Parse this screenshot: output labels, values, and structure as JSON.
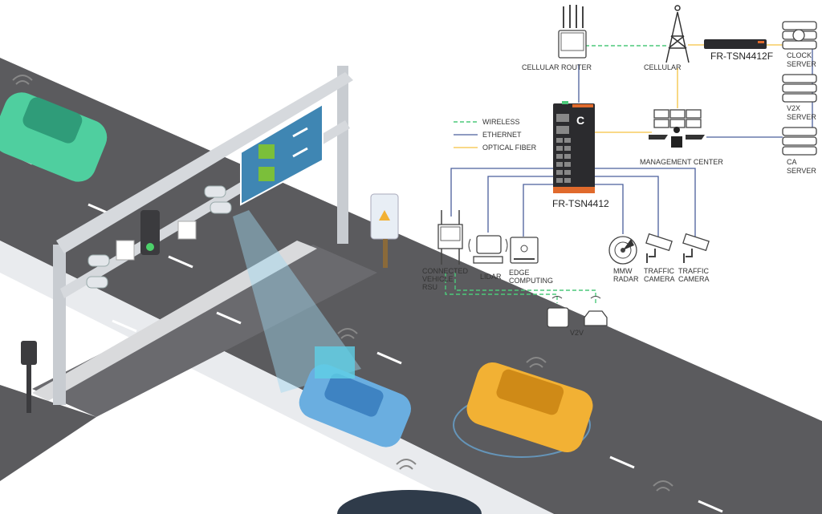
{
  "legend": {
    "wireless": "WIRELESS",
    "ethernet": "ETHERNET",
    "optical_fiber": "OPTICAL FIBER"
  },
  "nodes": {
    "cellular_router": "CELLULAR ROUTER",
    "cellular": "CELLULAR",
    "core_switch": "FR-TSN4412F",
    "clock_server": [
      "CLOCK",
      "SERVER"
    ],
    "v2x_server": [
      "V2X",
      "SERVER"
    ],
    "ca_server": [
      "CA",
      "SERVER"
    ],
    "management_center": "MANAGEMENT  CENTER",
    "edge_switch": "FR-TSN4412",
    "rsu": [
      "CONNECTED",
      "VEHICLE",
      "RSU"
    ],
    "lidar": "LIDAR",
    "edge_computing": [
      "EDGE",
      "COMPUTING"
    ],
    "radar": [
      "MMW",
      "RADAR"
    ],
    "traffic_camera_1": [
      "TRAFFIC",
      "CAMERA"
    ],
    "traffic_camera_2": [
      "TRAFFIC",
      "CAMERA"
    ],
    "v2v": "V2V"
  },
  "colors": {
    "wireless": "#4cc97a",
    "ethernet": "#4a5f9c",
    "optical_fiber": "#f5c242",
    "road": "#5b5b5e",
    "car_green": "#4fcf9f",
    "car_blue": "#6aaee0",
    "car_yellow": "#f2b134",
    "sign": "#3f86b3"
  }
}
